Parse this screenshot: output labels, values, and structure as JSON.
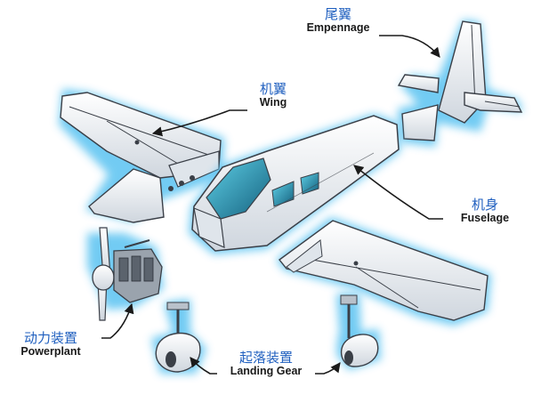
{
  "labels": {
    "empennage": {
      "zh": "尾翼",
      "en": "Empennage"
    },
    "wing": {
      "zh": "机翼",
      "en": "Wing"
    },
    "fuselage": {
      "zh": "机身",
      "en": "Fuselage"
    },
    "powerplant": {
      "zh": "动力装置",
      "en": "Powerplant"
    },
    "landing_gear": {
      "zh": "起落装置",
      "en": "Landing Gear"
    }
  },
  "colors": {
    "glow": "#63c6f2",
    "part_fill": "#eef1f5",
    "part_stroke": "#3a3f47",
    "zh_text": "#1f5fbf",
    "en_text": "#1a1a1a",
    "window": "#1f8fb0"
  }
}
